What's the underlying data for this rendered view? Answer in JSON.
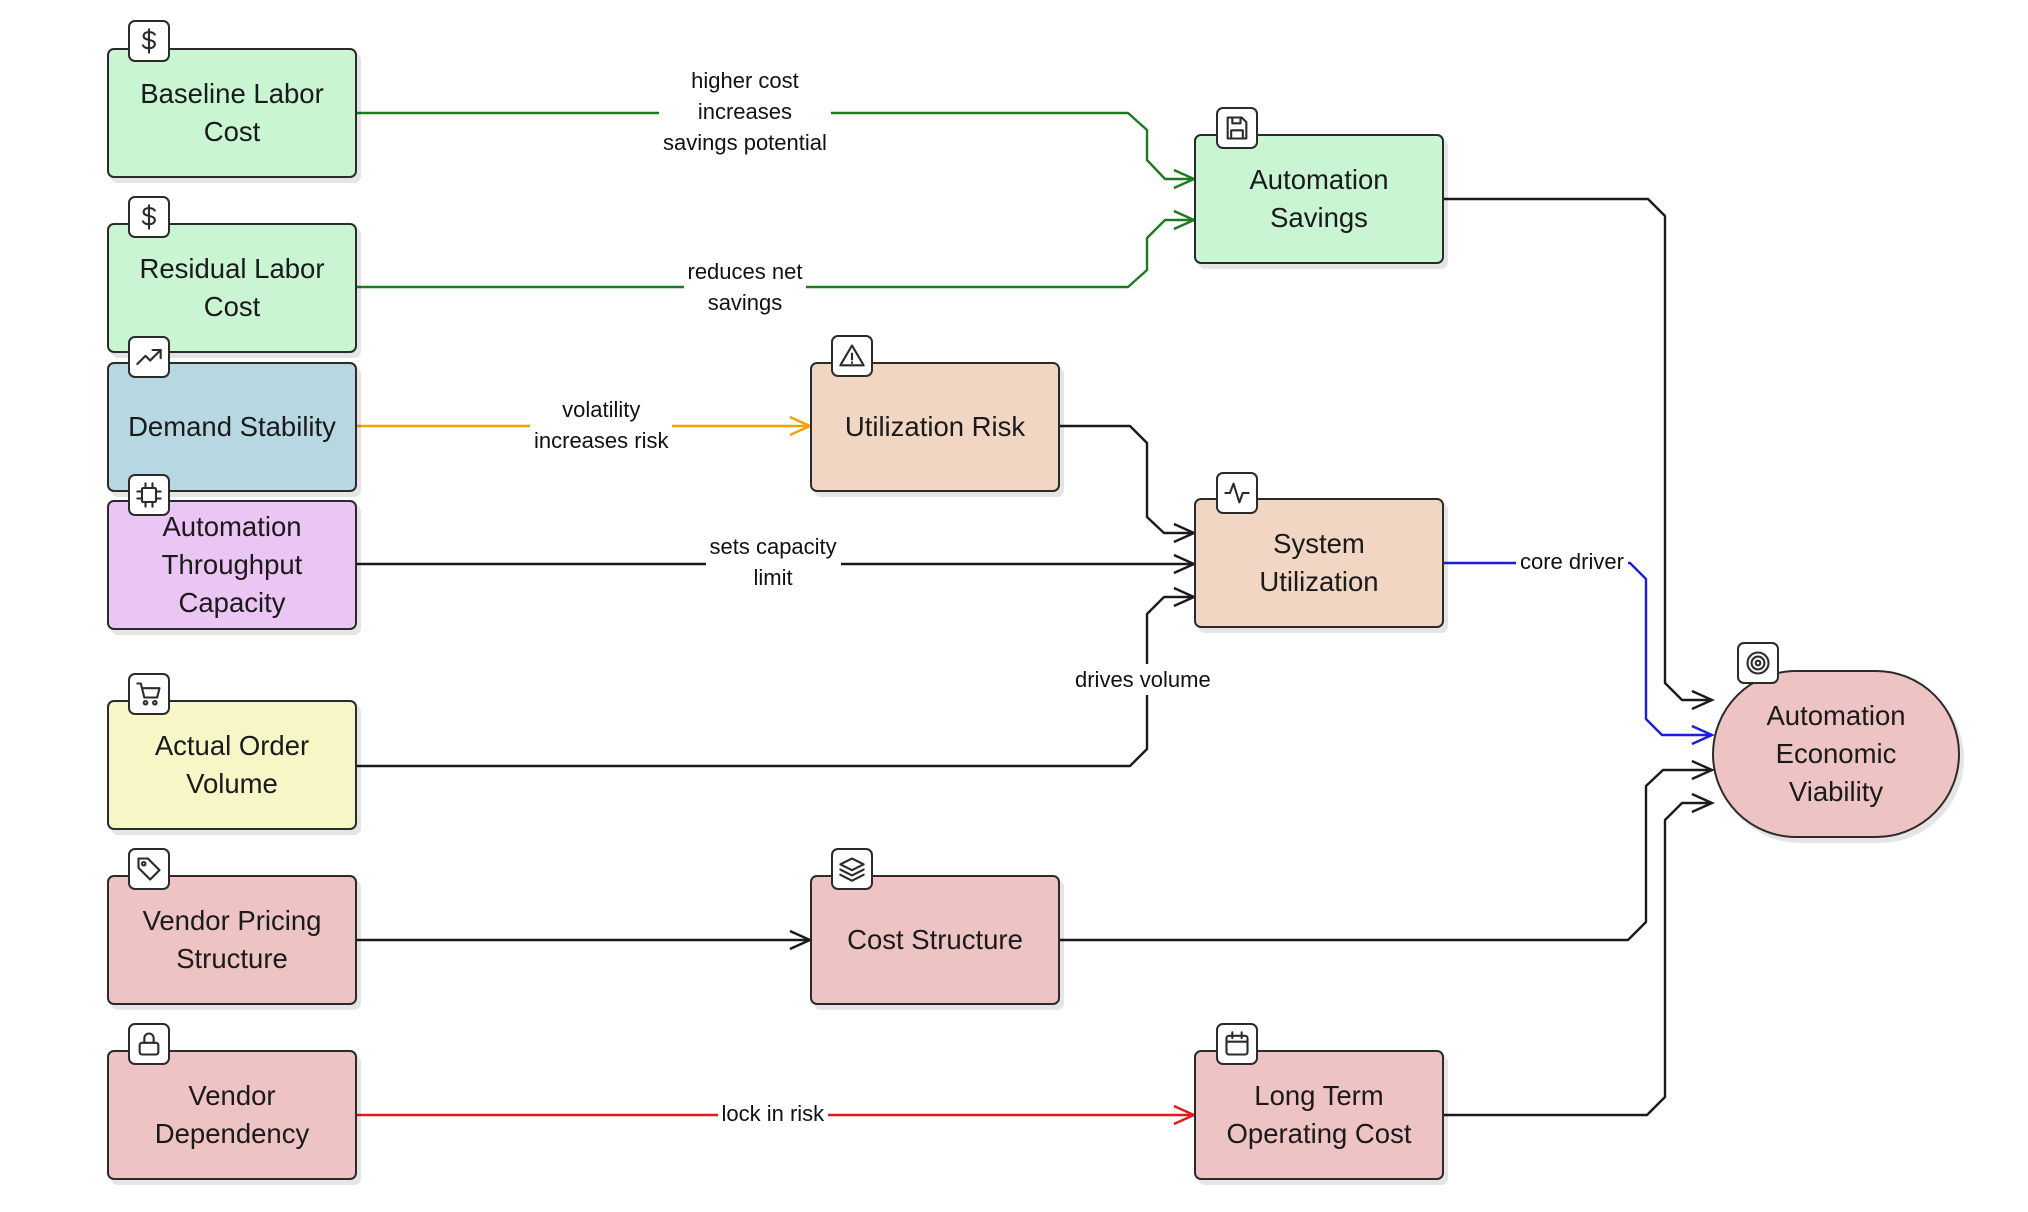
{
  "diagram": {
    "nodes": [
      {
        "id": "baseline",
        "label": "Baseline Labor\nCost",
        "icon": "dollar-icon",
        "color": "#c9f5d3"
      },
      {
        "id": "savings",
        "label": "Automation\nSavings",
        "icon": "save-icon",
        "color": "#c9f5d3"
      },
      {
        "id": "residual",
        "label": "Residual Labor\nCost",
        "icon": "dollar-icon",
        "color": "#c9f5d3"
      },
      {
        "id": "demand",
        "label": "Demand Stability",
        "icon": "trending-up-icon",
        "color": "#b7d8e3"
      },
      {
        "id": "urisk",
        "label": "Utilization Risk",
        "icon": "warning-icon",
        "color": "#f1d7c3"
      },
      {
        "id": "throughput",
        "label": "Automation\nThroughput\nCapacity",
        "icon": "cpu-icon",
        "color": "#ebc5f3"
      },
      {
        "id": "sysutil",
        "label": "System\nUtilization",
        "icon": "activity-icon",
        "color": "#f1d7c3"
      },
      {
        "id": "orders",
        "label": "Actual Order\nVolume",
        "icon": "cart-icon",
        "color": "#f7f6c6"
      },
      {
        "id": "viability",
        "label": "Automation\nEconomic\nViability",
        "icon": "target-icon",
        "color": "#eec3c3"
      },
      {
        "id": "vendorpricing",
        "label": "Vendor Pricing\nStructure",
        "icon": "tag-icon",
        "color": "#eec3c3"
      },
      {
        "id": "coststructure",
        "label": "Cost Structure",
        "icon": "layers-icon",
        "color": "#eec3c3"
      },
      {
        "id": "vendordep",
        "label": "Vendor\nDependency",
        "icon": "lock-icon",
        "color": "#eec3c3"
      },
      {
        "id": "longterm",
        "label": "Long Term\nOperating Cost",
        "icon": "calendar-icon",
        "color": "#eec3c3"
      }
    ],
    "edges": [
      {
        "from": "baseline",
        "to": "savings",
        "label": "higher cost\nincreases\nsavings potential",
        "color": "#1e7a1e"
      },
      {
        "from": "residual",
        "to": "savings",
        "label": "reduces net\nsavings",
        "color": "#1e7a1e"
      },
      {
        "from": "demand",
        "to": "urisk",
        "label": "volatility\nincreases risk",
        "color": "#f2a100"
      },
      {
        "from": "throughput",
        "to": "sysutil",
        "label": "sets capacity\nlimit",
        "color": "#1a1a1a"
      },
      {
        "from": "urisk",
        "to": "sysutil",
        "label": "",
        "color": "#1a1a1a"
      },
      {
        "from": "orders",
        "to": "sysutil",
        "label": "drives volume",
        "color": "#1a1a1a"
      },
      {
        "from": "savings",
        "to": "viability",
        "label": "",
        "color": "#1a1a1a"
      },
      {
        "from": "sysutil",
        "to": "viability",
        "label": "core driver",
        "color": "#1c1cdd"
      },
      {
        "from": "vendorpricing",
        "to": "coststructure",
        "label": "",
        "color": "#1a1a1a"
      },
      {
        "from": "coststructure",
        "to": "viability",
        "label": "",
        "color": "#1a1a1a"
      },
      {
        "from": "vendordep",
        "to": "longterm",
        "label": "lock in risk",
        "color": "#dd1c1c"
      },
      {
        "from": "longterm",
        "to": "viability",
        "label": "",
        "color": "#1a1a1a"
      }
    ]
  }
}
